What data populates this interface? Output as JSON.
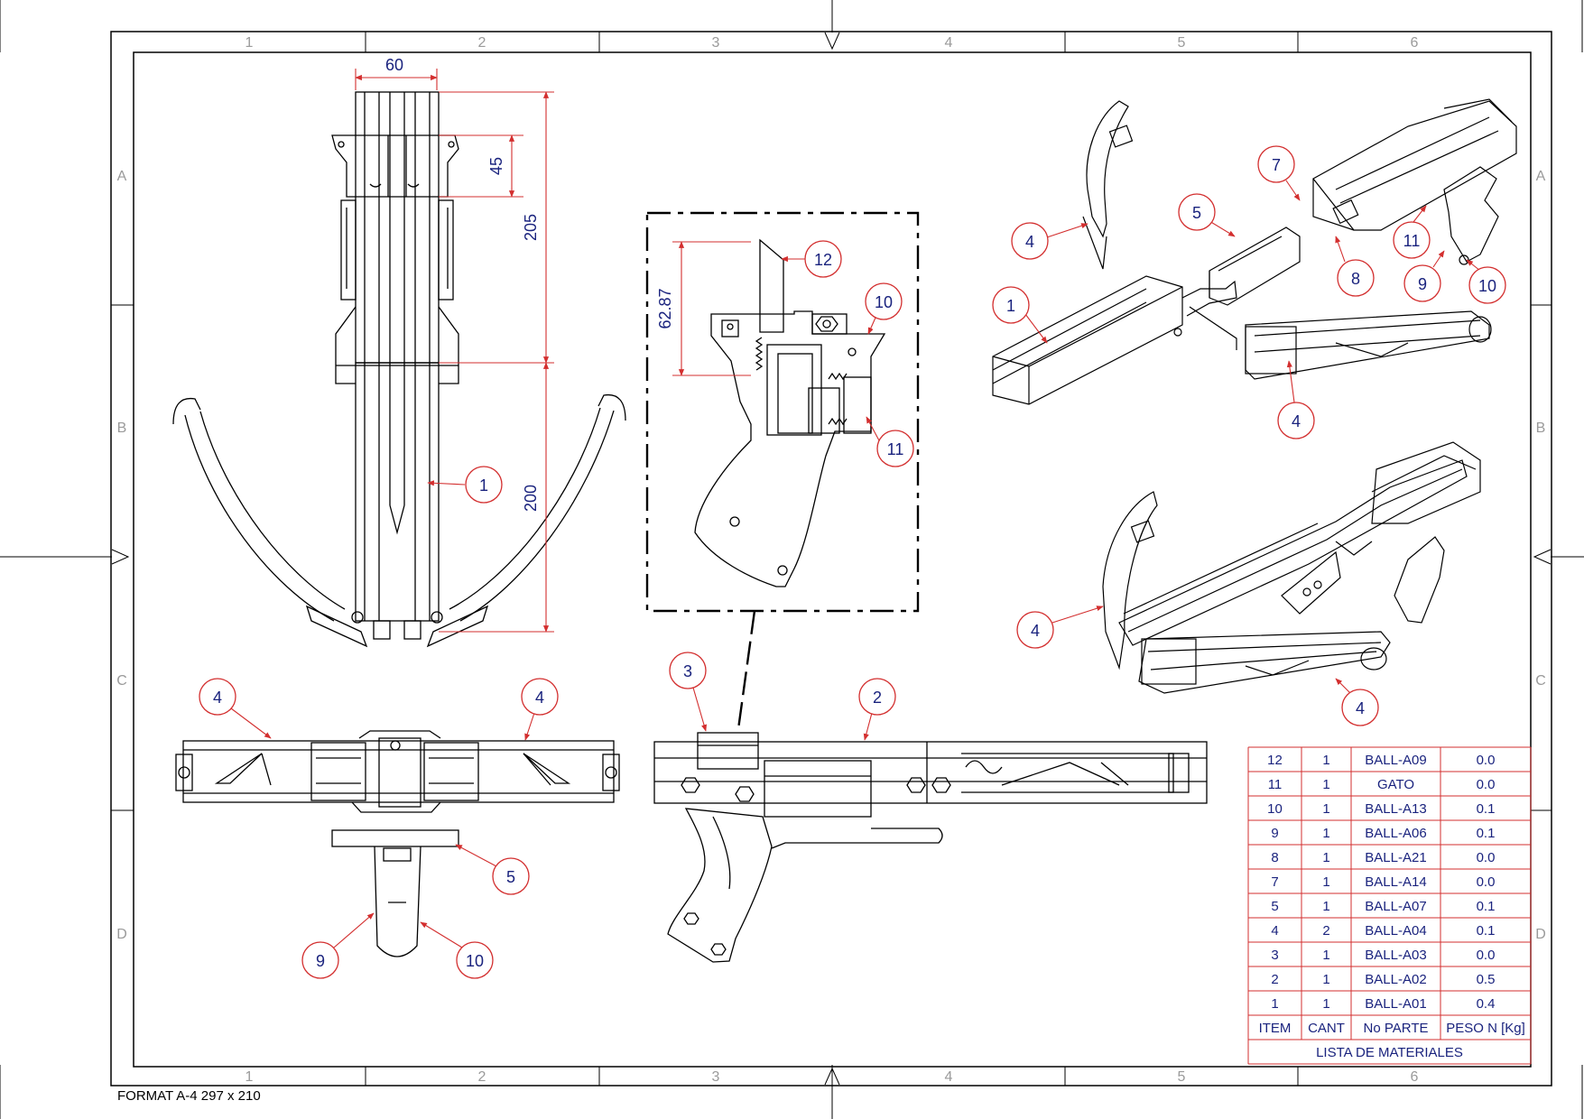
{
  "format_label": "FORMAT A-4  297 x 210",
  "zones": {
    "columns": [
      "1",
      "2",
      "3",
      "4",
      "5",
      "6"
    ],
    "rows": [
      "A",
      "B",
      "C",
      "D"
    ]
  },
  "dimensions": {
    "width_top": "60",
    "height_45": "45",
    "height_205": "205",
    "height_200": "200",
    "detail_height": "62.87"
  },
  "balloons": {
    "front_1": "1",
    "detail_12": "12",
    "detail_10": "10",
    "detail_11": "11",
    "iso_top_4a": "4",
    "iso_top_5": "5",
    "iso_top_7": "7",
    "iso_top_8": "8",
    "iso_top_11": "11",
    "iso_top_9": "9",
    "iso_top_10": "10",
    "iso_top_1": "1",
    "iso_top_4b": "4",
    "iso_bot_4a": "4",
    "iso_bot_4b": "4",
    "top_left_4": "4",
    "top_right_4": "4",
    "top_5": "5",
    "top_9": "9",
    "top_10": "10",
    "side_3": "3",
    "side_2": "2"
  },
  "colors": {
    "dimension_red": "#d32f2f",
    "text_blue": "#1a237e",
    "line_black": "#000000",
    "zone_gray": "#9a9a9a"
  },
  "bom": {
    "title": "LISTA DE MATERIALES",
    "headers": [
      "ITEM",
      "CANT",
      "No PARTE",
      "PESO N [Kg]"
    ],
    "rows": [
      [
        "12",
        "1",
        "BALL-A09",
        "0.0"
      ],
      [
        "11",
        "1",
        "GATO",
        "0.0"
      ],
      [
        "10",
        "1",
        "BALL-A13",
        "0.1"
      ],
      [
        "9",
        "1",
        "BALL-A06",
        "0.1"
      ],
      [
        "8",
        "1",
        "BALL-A21",
        "0.0"
      ],
      [
        "7",
        "1",
        "BALL-A14",
        "0.0"
      ],
      [
        "5",
        "1",
        "BALL-A07",
        "0.1"
      ],
      [
        "4",
        "2",
        "BALL-A04",
        "0.1"
      ],
      [
        "3",
        "1",
        "BALL-A03",
        "0.0"
      ],
      [
        "2",
        "1",
        "BALL-A02",
        "0.5"
      ],
      [
        "1",
        "1",
        "BALL-A01",
        "0.4"
      ]
    ]
  }
}
